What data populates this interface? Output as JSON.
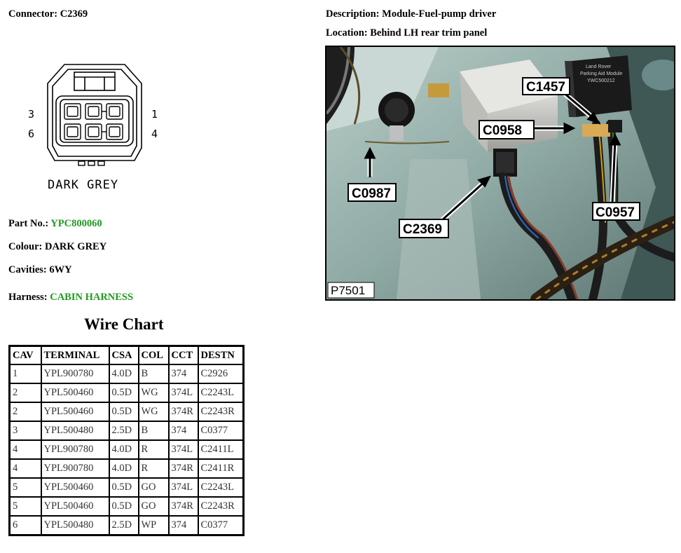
{
  "connector": {
    "label": "Connector:",
    "value": "C2369"
  },
  "description": {
    "label": "Description:",
    "value": "Module-Fuel-pump driver"
  },
  "location": {
    "label": "Location:",
    "value": "Behind LH rear trim panel"
  },
  "diagram": {
    "pin_labels": [
      "3",
      "1",
      "6",
      "4"
    ],
    "caption": "DARK GREY"
  },
  "part_no": {
    "label": "Part No.:",
    "value": "YPC800060",
    "value_color": "#1f9a1f"
  },
  "colour": {
    "label": "Colour:",
    "value": "DARK GREY"
  },
  "cavities": {
    "label": "Cavities:",
    "value": "6WY"
  },
  "harness": {
    "label": "Harness:",
    "value": "CABIN HARNESS",
    "value_color": "#1f9a1f"
  },
  "wire_chart": {
    "title": "Wire Chart",
    "headers": [
      "CAV",
      "TERMINAL",
      "CSA",
      "COL",
      "CCT",
      "DESTN"
    ],
    "rows": [
      [
        "1",
        "YPL900780",
        "4.0D",
        "B",
        "374",
        "C2926"
      ],
      [
        "2",
        "YPL500460",
        "0.5D",
        "WG",
        "374L",
        "C2243L"
      ],
      [
        "2",
        "YPL500460",
        "0.5D",
        "WG",
        "374R",
        "C2243R"
      ],
      [
        "3",
        "YPL500480",
        "2.5D",
        "B",
        "374",
        "C0377"
      ],
      [
        "4",
        "YPL900780",
        "4.0D",
        "R",
        "374L",
        "C2411L"
      ],
      [
        "4",
        "YPL900780",
        "4.0D",
        "R",
        "374R",
        "C2411R"
      ],
      [
        "5",
        "YPL500460",
        "0.5D",
        "GO",
        "374L",
        "C2243L"
      ],
      [
        "5",
        "YPL500460",
        "0.5D",
        "GO",
        "374R",
        "C2243R"
      ],
      [
        "6",
        "YPL500480",
        "2.5D",
        "WP",
        "374",
        "C0377"
      ]
    ]
  },
  "photo": {
    "callouts": [
      "C1457",
      "C0958",
      "C0987",
      "C2369",
      "C0957"
    ],
    "module_text": [
      "Land Rover",
      "Parking Aid Module",
      "YWC500212"
    ],
    "ref": "P7501"
  }
}
